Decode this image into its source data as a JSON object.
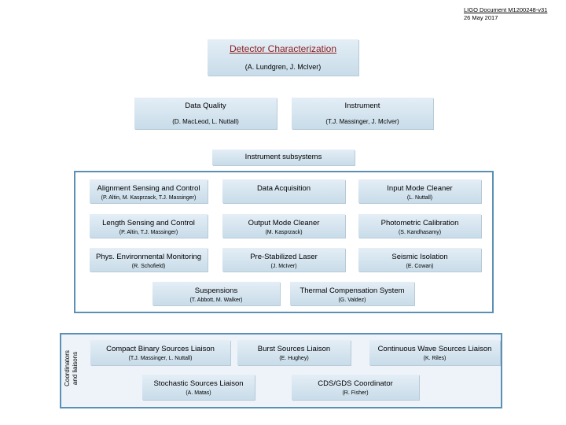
{
  "doc_id": {
    "number": "LIGO Document M1200248-v31",
    "date": "26 May 2017"
  },
  "title": {
    "label": "Detector Characterization",
    "members": "(A. Lundgren, J. McIver)"
  },
  "data_quality": {
    "label": "Data Quality",
    "members": "(D. MacLeod, L. Nuttall)"
  },
  "instrument": {
    "label": "Instrument",
    "members": "(T.J. Massinger, J. McIver)"
  },
  "subsystems_header": {
    "label": "Instrument subsystems"
  },
  "subsystems": [
    {
      "label": "Alignment Sensing and Control",
      "members": "(P. Altin, M. Kasprzack, T.J. Massinger)"
    },
    {
      "label": "Data Acquisition",
      "members": ""
    },
    {
      "label": "Input Mode Cleaner",
      "members": "(L. Nuttall)"
    },
    {
      "label": "Length Sensing and Control",
      "members": "(P. Altin, T.J. Massinger)"
    },
    {
      "label": "Output Mode Cleaner",
      "members": "(M. Kasprzack)"
    },
    {
      "label": "Photometric Calibration",
      "members": "(S. Kandhasamy)"
    },
    {
      "label": "Phys. Environmental Monitoring",
      "members": "(R. Schofield)"
    },
    {
      "label": "Pre-Stabilized Laser",
      "members": "(J. McIver)"
    },
    {
      "label": "Seismic Isolation",
      "members": "(E. Cowan)"
    },
    {
      "label": "Suspensions",
      "members": "(T. Abbott, M. Walker)"
    },
    {
      "label": "Thermal Compensation System",
      "members": "(G. Valdez)"
    }
  ],
  "coordinators": {
    "side_label_line1": "Coordinators",
    "side_label_line2": "and liaisons",
    "items": [
      {
        "label": "Compact Binary Sources Liaison",
        "members": "(T.J. Massinger, L. Nuttall)"
      },
      {
        "label": "Burst Sources Liaison",
        "members": "(E. Hughey)"
      },
      {
        "label": "Continuous Wave Sources Liaison",
        "members": "(K. Riles)"
      },
      {
        "label": "Stochastic Sources Liaison",
        "members": "(A. Matas)"
      },
      {
        "label": "CDS/GDS Coordinator",
        "members": "(R. Fisher)"
      }
    ]
  }
}
